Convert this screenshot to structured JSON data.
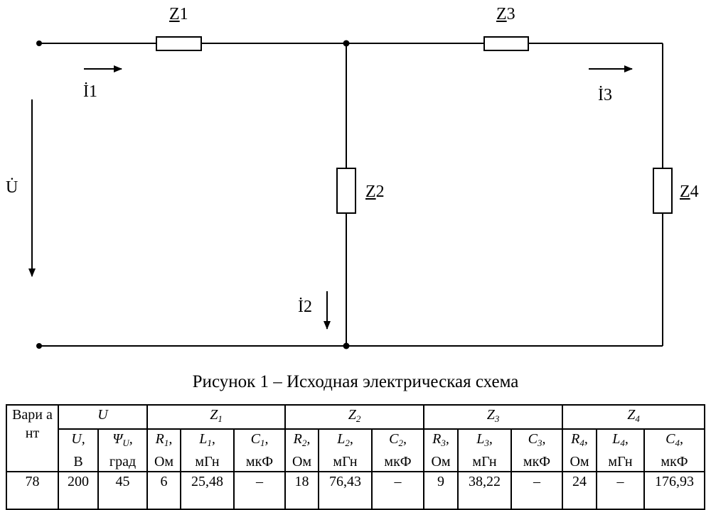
{
  "circuit": {
    "labels": {
      "z1": "Z",
      "z1_num": "1",
      "z2": "Z",
      "z2_num": "2",
      "z3": "Z",
      "z3_num": "3",
      "z4": "Z",
      "z4_num": "4",
      "i1": "İ1",
      "i2": "İ2",
      "i3": "İ3",
      "u": "U̇"
    }
  },
  "caption": "Рисунок 1 – Исходная электрическая схема",
  "table": {
    "group_headers": {
      "variant": "Вари ант",
      "u": "U",
      "z1": "Z",
      "z1_sub": "1",
      "z2": "Z",
      "z2_sub": "2",
      "z3": "Z",
      "z3_sub": "3",
      "z4": "Z",
      "z4_sub": "4"
    },
    "sub_headers": [
      {
        "sym": "U",
        "sub": "",
        "unit": "В"
      },
      {
        "sym": "Ψ",
        "sub": "U",
        "unit": "град"
      },
      {
        "sym": "R",
        "sub": "1",
        "unit": "Ом"
      },
      {
        "sym": "L",
        "sub": "1",
        "unit": "мГн"
      },
      {
        "sym": "C",
        "sub": "1",
        "unit": "мкФ"
      },
      {
        "sym": "R",
        "sub": "2",
        "unit": "Ом"
      },
      {
        "sym": "L",
        "sub": "2",
        "unit": "мГн"
      },
      {
        "sym": "C",
        "sub": "2",
        "unit": "мкФ"
      },
      {
        "sym": "R",
        "sub": "3",
        "unit": "Ом"
      },
      {
        "sym": "L",
        "sub": "3",
        "unit": "мГн"
      },
      {
        "sym": "C",
        "sub": "3",
        "unit": "мкФ"
      },
      {
        "sym": "R",
        "sub": "4",
        "unit": "Ом"
      },
      {
        "sym": "L",
        "sub": "4",
        "unit": "мГн"
      },
      {
        "sym": "C",
        "sub": "4",
        "unit": "мкФ"
      }
    ],
    "row": [
      "78",
      "200",
      "45",
      "6",
      "25,48",
      "–",
      "18",
      "76,43",
      "–",
      "9",
      "38,22",
      "–",
      "24",
      "–",
      "176,93"
    ]
  }
}
